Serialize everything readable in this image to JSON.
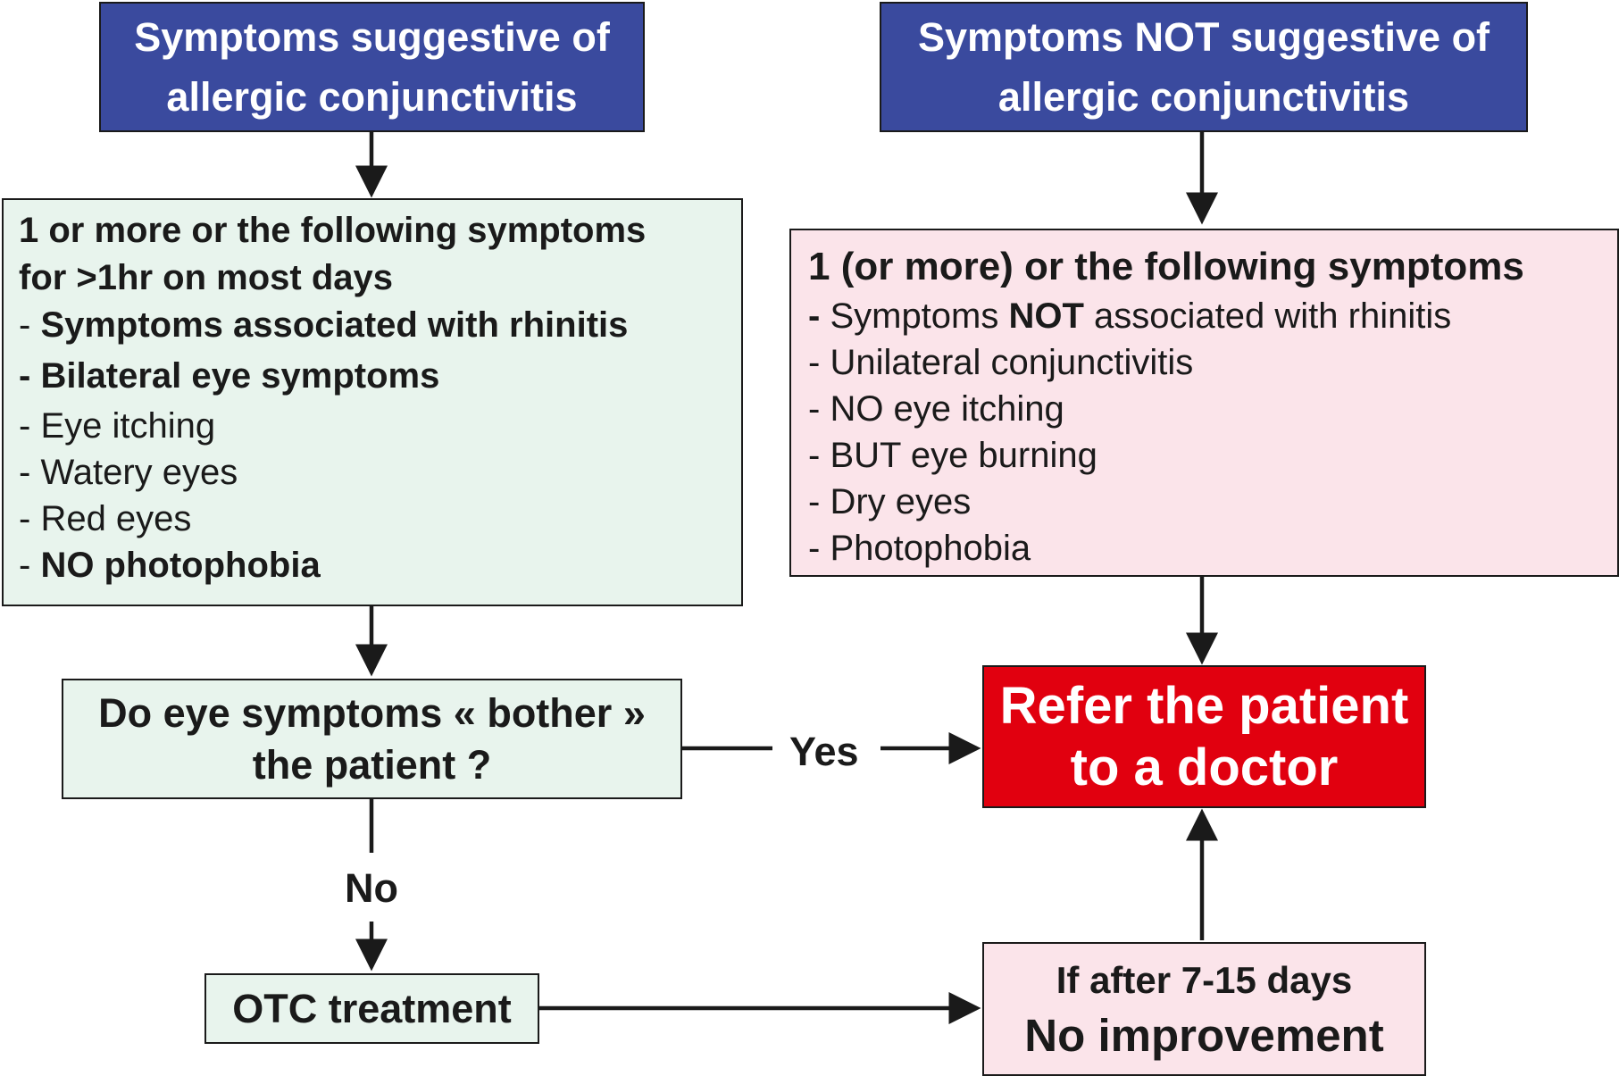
{
  "top_left_box": {
    "line1": "Symptoms suggestive of",
    "line2": "allergic conjunctivitis"
  },
  "top_right_box": {
    "line1": "Symptoms NOT suggestive of",
    "line2": "allergic conjunctivitis"
  },
  "left_symptoms": {
    "heading_line1": "1 or more or the following symptoms",
    "heading_line2": "for >1hr on most days",
    "item_rhinitis": "Symptoms associated with rhinitis",
    "item_bilateral": "Bilateral eye symptoms",
    "item_itching": "Eye itching",
    "item_watery": "Watery eyes",
    "item_red": "Red eyes",
    "item_photophobia": "NO photophobia"
  },
  "right_symptoms": {
    "heading": "1 (or more) or the following symptoms",
    "item1_pre": "Symptoms ",
    "item1_bold": "NOT",
    "item1_post": " associated with rhinitis",
    "item2": "Unilateral conjunctivitis",
    "item3": "NO eye itching",
    "item4": "BUT eye burning",
    "item5": "Dry eyes",
    "item6": "Photophobia"
  },
  "question_box": {
    "line1": "Do eye symptoms « bother »",
    "line2": "the patient ?"
  },
  "refer_box": {
    "line1": "Refer the patient",
    "line2": "to a doctor"
  },
  "otc_box": {
    "label": "OTC treatment"
  },
  "followup_box": {
    "line1": "If after 7-15 days",
    "line2": "No improvement"
  },
  "edge_labels": {
    "yes": "Yes",
    "no": "No"
  },
  "dash": "- "
}
